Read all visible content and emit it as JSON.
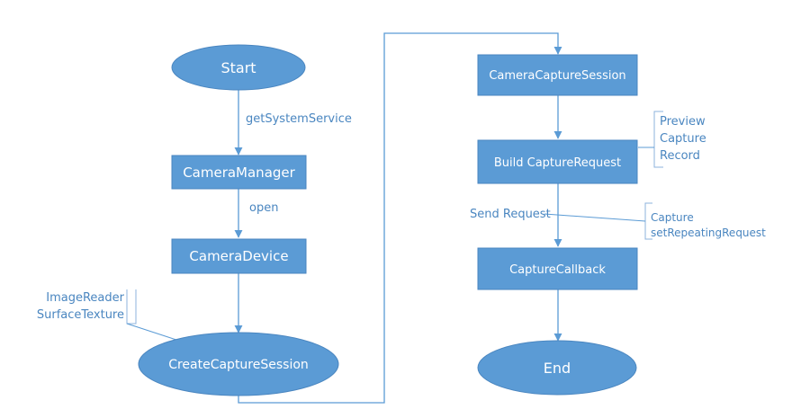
{
  "colors": {
    "fill": "#5b9bd5",
    "stroke": "#4a86c0",
    "line": "#5b9bd5",
    "label_text": "#4a86c0",
    "node_text": "#ffffff",
    "bracket": "#8db3dc"
  },
  "nodes": {
    "start": "Start",
    "camera_manager": "CameraManager",
    "camera_device": "CameraDevice",
    "create_capture_session": "CreateCaptureSession",
    "camera_capture_session": "CameraCaptureSession",
    "build_capture_request": "Build CaptureRequest",
    "capture_callback": "CaptureCallback",
    "end": "End"
  },
  "edge_labels": {
    "get_system_service": "getSystemService",
    "open": "open",
    "send_request": "Send Request"
  },
  "annotations": {
    "surfaces": [
      "ImageReader",
      "SurfaceTexture"
    ],
    "request_types": [
      "Preview",
      "Capture",
      "Record"
    ],
    "send_methods": [
      "Capture",
      "setRepeatingRequest"
    ]
  }
}
